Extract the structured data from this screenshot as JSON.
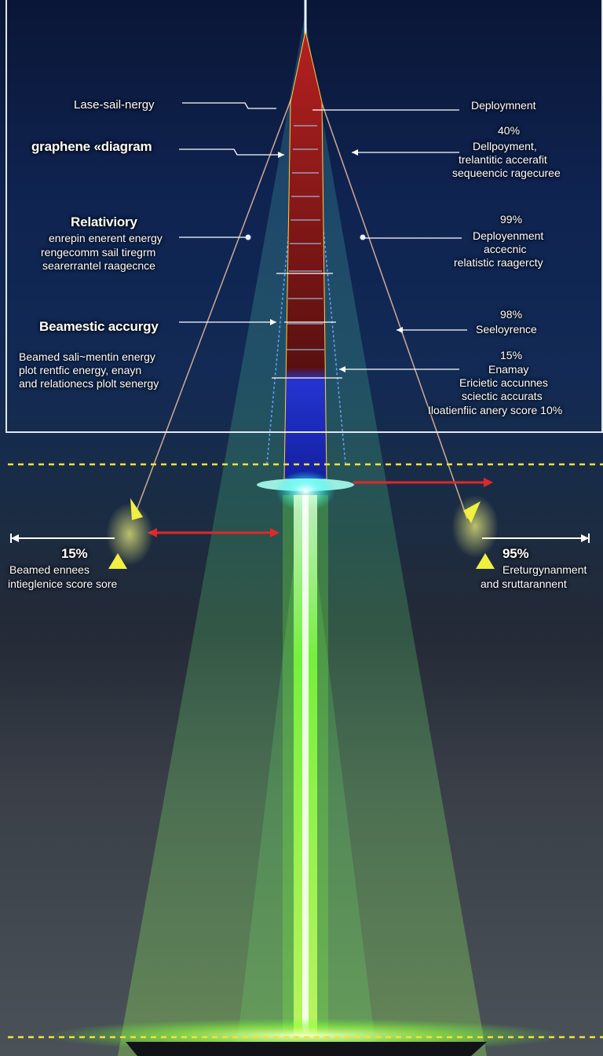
{
  "left_labels": [
    {
      "id": "laser-sail-energy",
      "text": "Lase-sail-nergy"
    },
    {
      "id": "graphene-diagram",
      "text": "graphene «diagram"
    },
    {
      "id": "relativity-title",
      "text": "Relativiory"
    },
    {
      "id": "relativity-line1",
      "text": "enrepin enerent energy"
    },
    {
      "id": "relativity-line2",
      "text": "rengecomm sail tiregrm"
    },
    {
      "id": "relativity-line3",
      "text": "searerrantel raagecnce"
    },
    {
      "id": "beam-accuracy",
      "text": "Beamestic accurgy"
    },
    {
      "id": "beamed-line1",
      "text": "Beamed sali~mentin energy"
    },
    {
      "id": "beamed-line2",
      "text": "plot rentfic energy, enayn"
    },
    {
      "id": "beamed-line3",
      "text": "and relationecs plolt senergy"
    }
  ],
  "right_labels": [
    {
      "id": "deployment-top",
      "text": "Deploymnent"
    },
    {
      "id": "pct-40",
      "text": "40%"
    },
    {
      "id": "deployment-2",
      "text": "Dellpoyment,"
    },
    {
      "id": "relativistic-1",
      "text": "trelantitic accerafit"
    },
    {
      "id": "sequence-1",
      "text": "sequeencic ragecuree"
    },
    {
      "id": "pct-99",
      "text": "99%"
    },
    {
      "id": "deployment-3",
      "text": "Deployenment"
    },
    {
      "id": "accent-1",
      "text": "accecnic"
    },
    {
      "id": "relativistic-traj",
      "text": "relatistic raagercty"
    },
    {
      "id": "pct-98",
      "text": "98%"
    },
    {
      "id": "sequence-2",
      "text": "Seeloyrence"
    },
    {
      "id": "pct-15-right",
      "text": "15%"
    },
    {
      "id": "energy",
      "text": "Enamay"
    },
    {
      "id": "scientific-1",
      "text": "Ericietic accunnes"
    },
    {
      "id": "scientific-2",
      "text": "sciectic accurats"
    },
    {
      "id": "score-line",
      "text": "Iloatienfiic anery score 10%"
    }
  ],
  "bottom_left": {
    "pct": "15%",
    "line1": "Beamed ennees",
    "line2": "intieglenice score  sore"
  },
  "bottom_right": {
    "pct": "95%",
    "line1": "Ereturgynanment",
    "line2": "and sruttarannent"
  },
  "colors": {
    "beam": "#7cff3a",
    "arrow_red": "#e02828",
    "dash_yellow": "#f2e23a",
    "sail_red": "#8a1a1a",
    "sail_blue": "#2030c8",
    "warning": "#f0f040"
  }
}
